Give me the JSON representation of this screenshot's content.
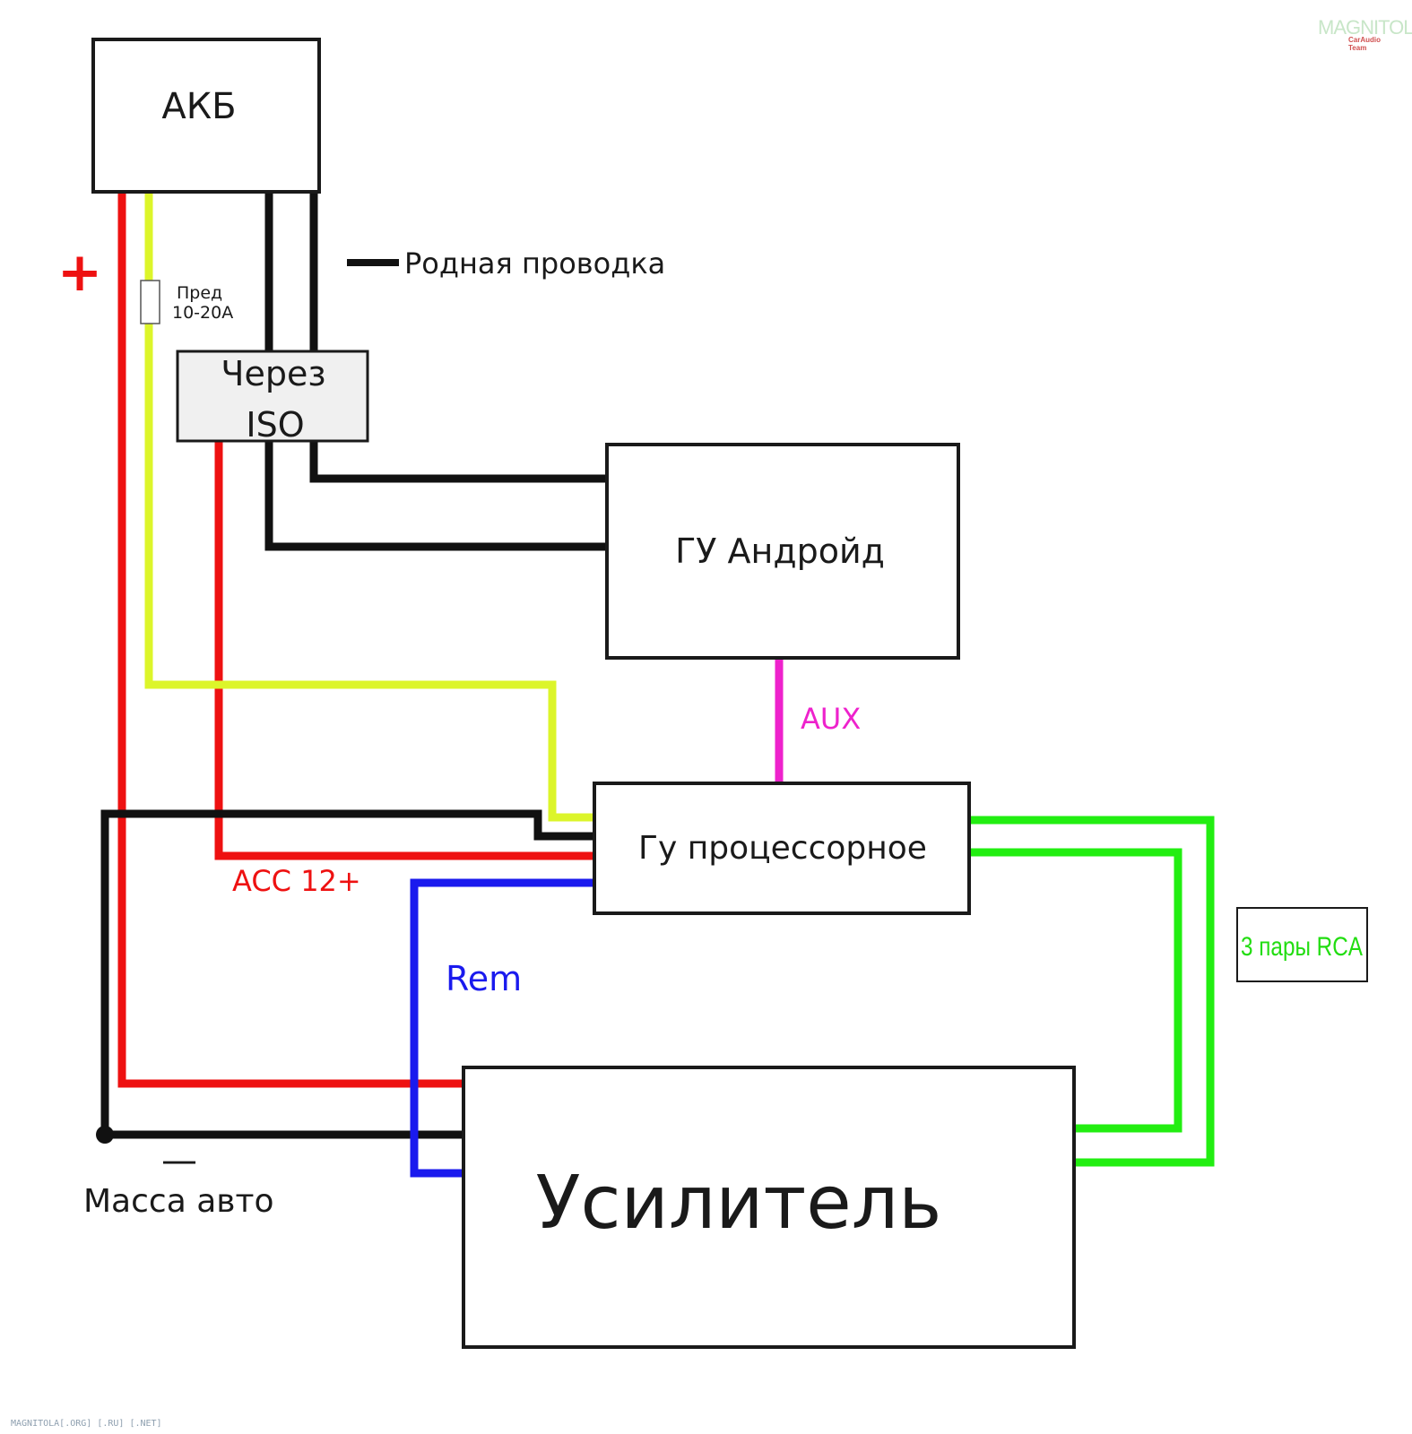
{
  "boxes": {
    "battery": "АКБ",
    "iso_line1": "Через",
    "iso_line2": "ISO",
    "android_hu": "ГУ Андройд",
    "processor_hu": "Гу процессорное",
    "amplifier": "Усилитель",
    "rca": "3 пары RCA"
  },
  "labels": {
    "plus": "+",
    "fuse_line1": "Пред",
    "fuse_line2": "10-20А",
    "factory_wiring": "Родная проводка",
    "aux": "AUX",
    "acc": "ACC 12+",
    "rem": "Rem",
    "minus": "—",
    "ground": "Масса авто"
  },
  "watermark": {
    "brand": "MAGNITOLA",
    "sub": "CarAudio Team"
  },
  "footer": "MAGNITOLA[.ORG] [.RU] [.NET]",
  "colors": {
    "power_red": "#ee1111",
    "ground_black": "#111111",
    "yellow": "#dcf52a",
    "aux_magenta": "#ee22cc",
    "rem_blue": "#1a1aee",
    "rca_green": "#22ee11"
  }
}
